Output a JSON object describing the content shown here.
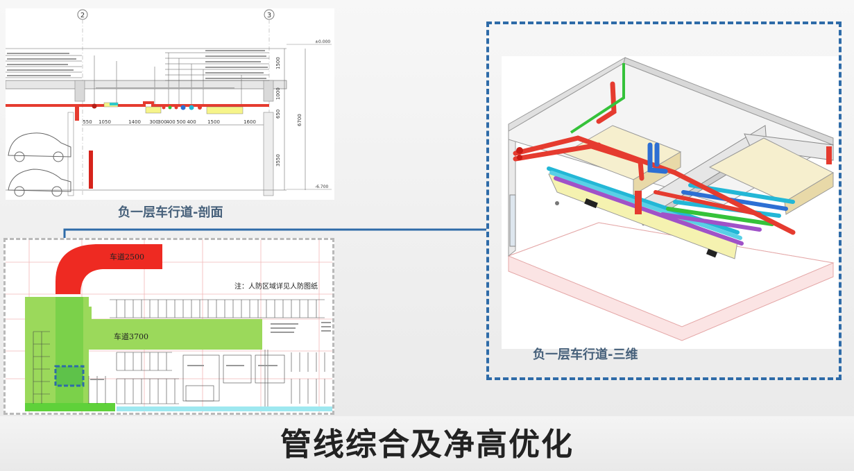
{
  "section": {
    "caption": "负一层车行道-剖面",
    "axis_labels": [
      "2",
      "3"
    ],
    "elevations": [
      "±0.000",
      "-6.700"
    ],
    "dims_vertical": [
      "1500",
      "1000",
      "650",
      "3550",
      "6700"
    ],
    "dims_horizontal": [
      "550",
      "1050",
      "1400",
      "300",
      "300",
      "400",
      "500",
      "400",
      "1500",
      "1600"
    ]
  },
  "plan": {
    "ramp_label": "车道2500",
    "lane_label": "车道3700",
    "note": "注：人防区域详见人防图纸"
  },
  "view3d": {
    "caption": "负一层车行道-三维"
  },
  "page_title": "管线综合及净高优化",
  "colors": {
    "pipe_red": "#e53b2f",
    "pipe_green": "#35c23a",
    "pipe_blue": "#2d6fd3",
    "pipe_cyan": "#23b7d6",
    "pipe_purple": "#a052c8",
    "frame_blue": "#2e6ba8",
    "caption_text": "#46607a",
    "plan_green": "#9bd95b"
  }
}
